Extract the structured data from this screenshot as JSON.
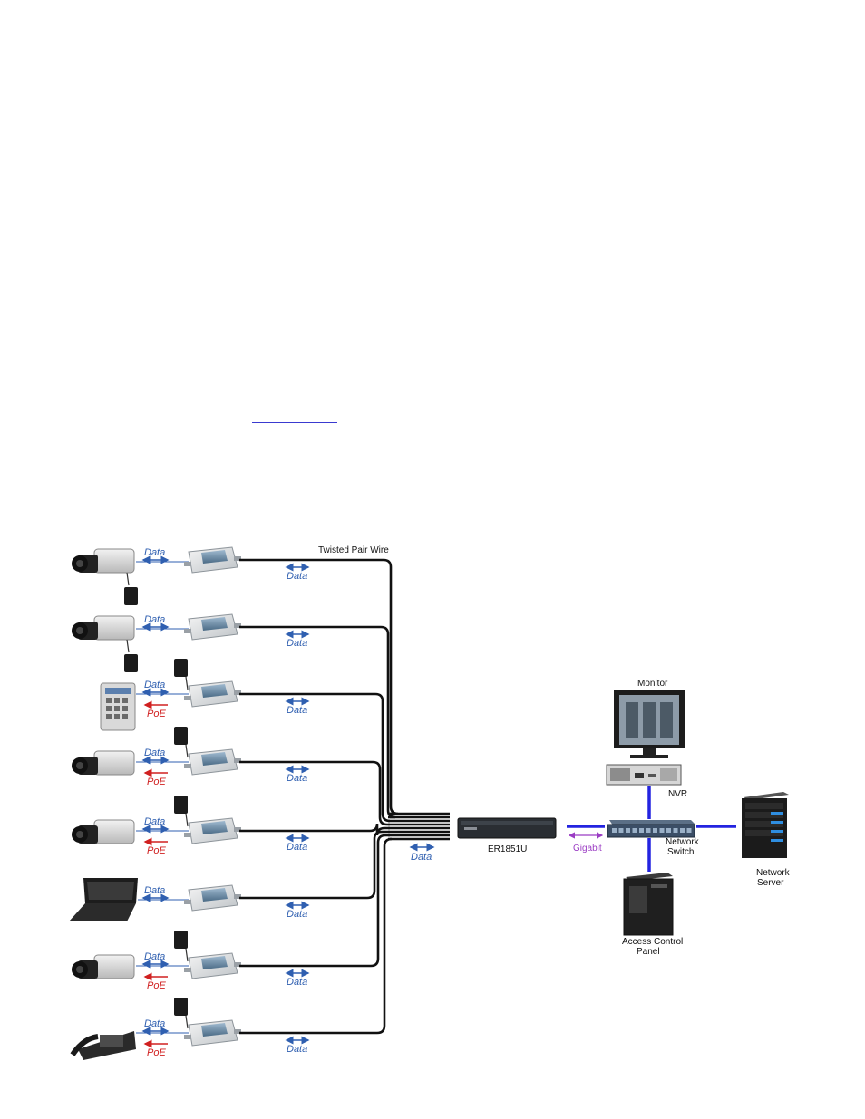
{
  "top_text_link": {
    "text": ""
  },
  "labels": {
    "twisted_pair": "Twisted Pair Wire",
    "monitor": "Monitor",
    "nvr": "NVR",
    "network_switch": [
      "Network",
      "Switch"
    ],
    "network_server": [
      "Network",
      "Server"
    ],
    "access_control": [
      "Access Control",
      "Panel"
    ],
    "er1851u": "ER1851U",
    "gigabit": "Gigabit",
    "data": "Data",
    "poe": "PoE"
  },
  "rows": [
    {
      "device": "camera",
      "poe": false
    },
    {
      "device": "camera",
      "poe": false
    },
    {
      "device": "keypad",
      "poe": true
    },
    {
      "device": "camera",
      "poe": true
    },
    {
      "device": "camera",
      "poe": true
    },
    {
      "device": "laptop",
      "poe": false
    },
    {
      "device": "camera",
      "poe": true
    },
    {
      "device": "phone",
      "poe": true
    }
  ],
  "colors": {
    "data_arrow": "#2f5fb0",
    "poe_arrow": "#d02020",
    "gigabit": "#9b3cc4",
    "network_line": "#2323e0",
    "cable": "#111111"
  }
}
